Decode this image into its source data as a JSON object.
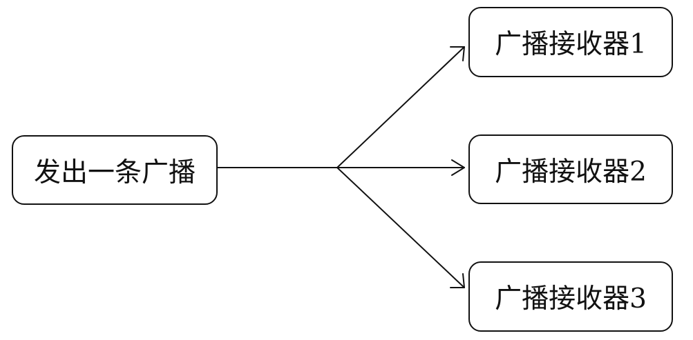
{
  "diagram": {
    "source": {
      "label": "发出一条广播"
    },
    "receivers": [
      {
        "label": "广播接收器1"
      },
      {
        "label": "广播接收器2"
      },
      {
        "label": "广播接收器3"
      }
    ]
  }
}
